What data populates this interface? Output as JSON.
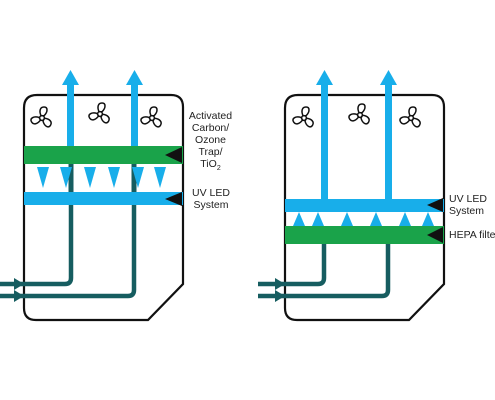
{
  "colors": {
    "air_blue": "#18aeea",
    "pipe_teal": "#165d60",
    "filter_green": "#1aa34a",
    "outline": "#111111",
    "label_text": "#222222",
    "background": "#ffffff"
  },
  "icons": {
    "fan": "fan-icon",
    "pointer": "pointer-triangle-icon",
    "flow_arrow": "airflow-arrow-icon"
  },
  "left_unit": {
    "labels": {
      "carbon_filter": [
        "Activated",
        "Carbon/",
        "Ozone",
        "Trap/",
        "TiO"
      ],
      "carbon_filter_subscript": "2",
      "uv_led": [
        "UV LED",
        "System"
      ]
    }
  },
  "right_unit": {
    "labels": {
      "uv_led": [
        "UV LED",
        "System"
      ],
      "hepa_filter": "HEPA filter"
    }
  }
}
